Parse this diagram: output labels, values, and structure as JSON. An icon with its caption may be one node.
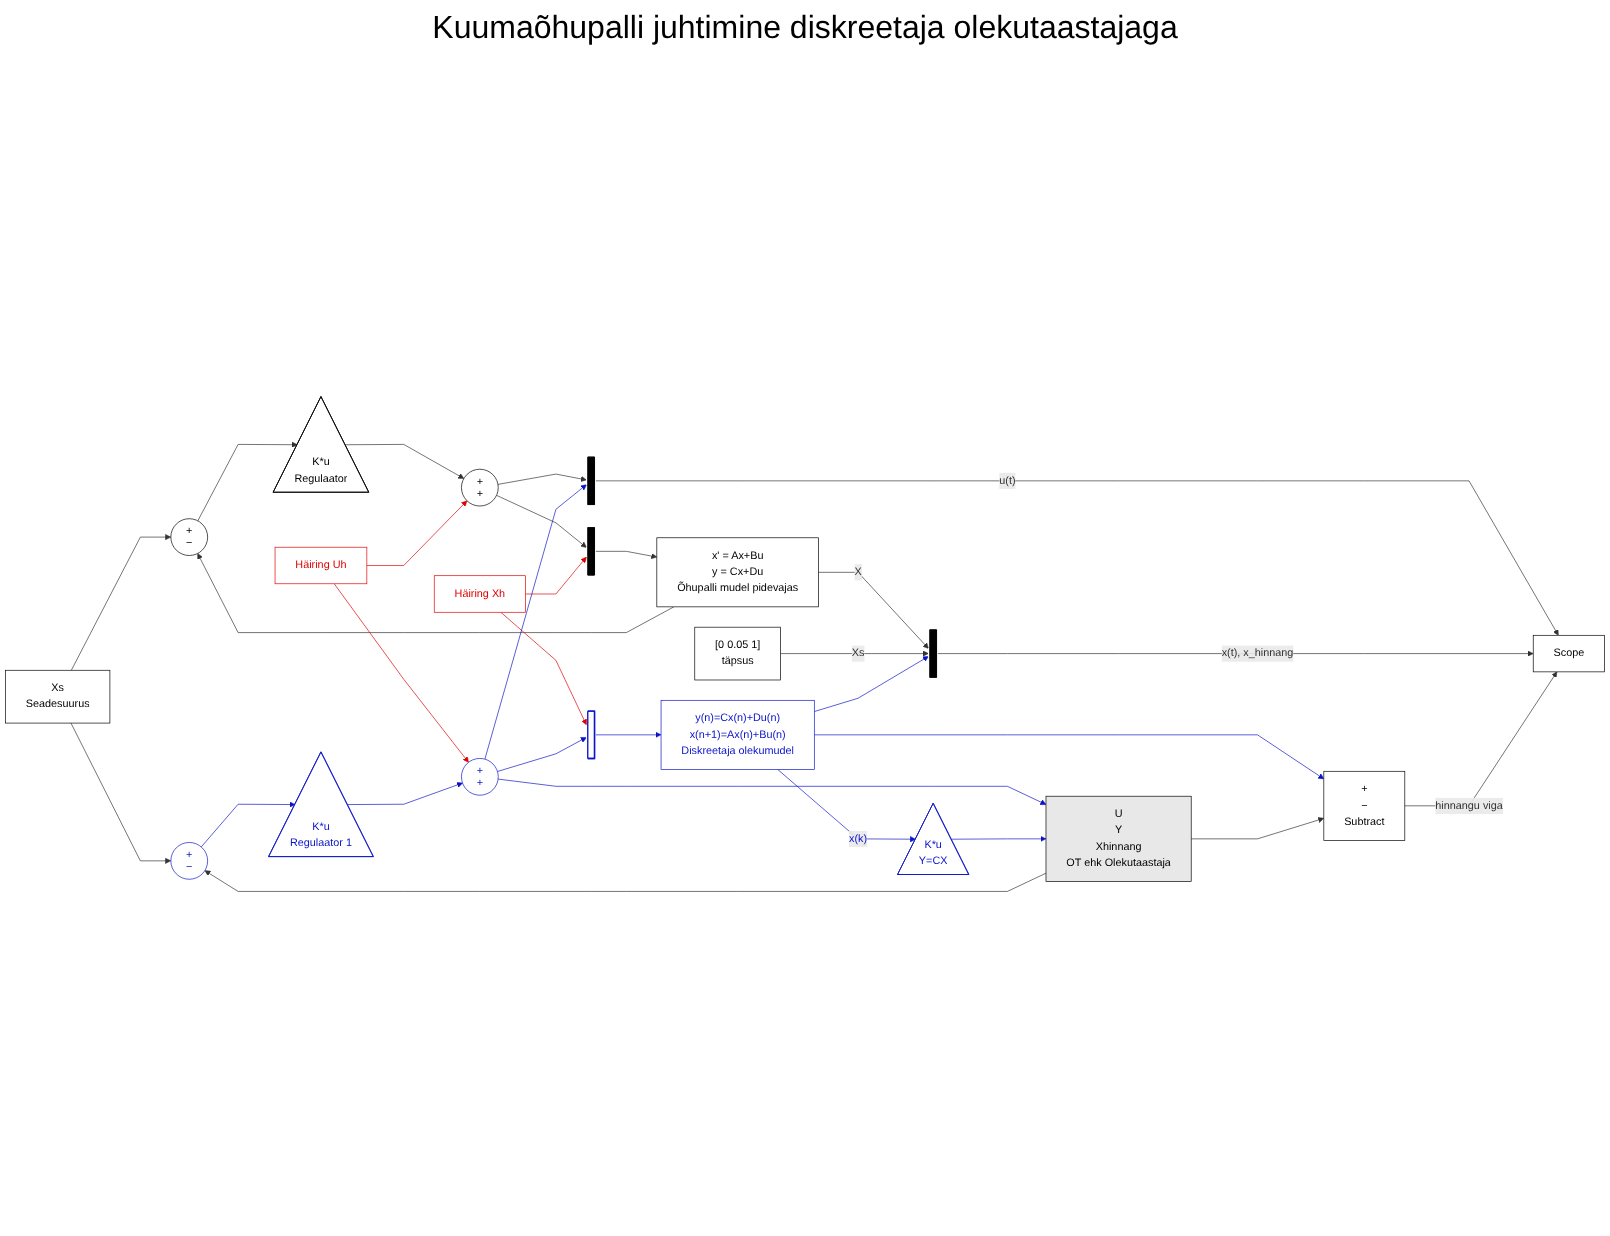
{
  "diagram": {
    "title": "Kuumaõhupalli juhtimine diskreetaja olekutaastajaga",
    "nodes": [
      {
        "text": [
          "Xs",
          "Seadesuurus"
        ]
      },
      {
        "text": [
          "+",
          "−"
        ]
      },
      {
        "text": [
          "K*u",
          "Regulaator"
        ]
      },
      {
        "text": [
          "+",
          "+"
        ]
      },
      {
        "text": [],
        "shape": "bar"
      },
      {
        "text": [
          "x' = Ax+Bu",
          "y = Cx+Du",
          "Õhupalli mudel pidevajas"
        ]
      },
      {
        "text": [],
        "shape": "bar"
      },
      {
        "text": [],
        "shape": "bar"
      },
      {
        "text": [
          "Scope"
        ]
      },
      {
        "text": [
          "Häiring Xh"
        ]
      },
      {
        "text": [
          "Häiring Uh"
        ]
      },
      {
        "text": [
          "[0 0.05 1]",
          "täpsus"
        ]
      },
      {
        "text": [
          "+",
          "−"
        ]
      },
      {
        "text": [
          "K*u",
          "Regulaator 1"
        ]
      },
      {
        "text": [
          "+",
          "+"
        ]
      },
      {
        "text": [],
        "shape": "bar"
      },
      {
        "text": [
          "y(n)=Cx(n)+Du(n)",
          "x(n+1)=Ax(n)+Bu(n)",
          "Diskreetaja olekumudel"
        ]
      },
      {
        "text": [
          "K*u",
          "Y=CX"
        ]
      },
      {
        "text": [
          "U",
          "Y",
          "Xhinnang",
          "OT ehk Olekutaastaja"
        ]
      },
      {
        "text": [
          "+",
          "−",
          "Subtract"
        ]
      }
    ],
    "edges": [
      {
        "from": 0,
        "to": 1,
        "arrow": "to"
      },
      {
        "from": 0,
        "to": 12,
        "arrow": "to"
      },
      {
        "from": 1,
        "to": 2,
        "arrow": "to"
      },
      {
        "from": 2,
        "to": 3,
        "arrow": "to"
      },
      {
        "from": 3,
        "to": 6,
        "arrow": "to"
      },
      {
        "from": 3,
        "to": 4,
        "arrow": "to"
      },
      {
        "from": 4,
        "to": 5,
        "arrow": "to"
      },
      {
        "from": 5,
        "to": 7,
        "arrow": "to",
        "label": "X"
      },
      {
        "from": 5,
        "to": 1,
        "arrow": "to"
      },
      {
        "from": 6,
        "to": 8,
        "arrow": "to",
        "label": "u(t)"
      },
      {
        "from": 7,
        "to": 8,
        "arrow": "to",
        "label": "x(t), x_hinnang"
      },
      {
        "from": 11,
        "to": 7,
        "arrow": "to",
        "label": "Xs"
      },
      {
        "from": 9,
        "to": 4,
        "arrow": "to",
        "color": "#e00000"
      },
      {
        "from": 9,
        "to": 15,
        "arrow": "to",
        "color": "#e00000"
      },
      {
        "from": 10,
        "to": 3,
        "arrow": "to",
        "color": "#e00000"
      },
      {
        "from": 10,
        "to": 14,
        "arrow": "to",
        "color": "#e00000"
      },
      {
        "from": 12,
        "to": 13,
        "arrow": "to",
        "color": "#0b14c8"
      },
      {
        "from": 13,
        "to": 14,
        "arrow": "to",
        "color": "#0b14c8"
      },
      {
        "from": 14,
        "to": 6,
        "arrow": "to",
        "color": "#0b14c8"
      },
      {
        "from": 14,
        "to": 15,
        "arrow": "to",
        "color": "#0b14c8"
      },
      {
        "from": 14,
        "to": 18,
        "arrow": "to",
        "color": "#0b14c8"
      },
      {
        "from": 15,
        "to": 16,
        "arrow": "to",
        "color": "#0b14c8"
      },
      {
        "from": 16,
        "to": 17,
        "arrow": "to",
        "label": "x(k)",
        "color": "#0b14c8"
      },
      {
        "from": 16,
        "to": 7,
        "arrow": "to",
        "color": "#0b14c8"
      },
      {
        "from": 16,
        "to": 19,
        "arrow": "to",
        "color": "#0b14c8"
      },
      {
        "from": 17,
        "to": 18,
        "arrow": "to",
        "color": "#0b14c8"
      },
      {
        "from": 18,
        "to": 19,
        "arrow": "to"
      },
      {
        "from": 18,
        "to": 12,
        "arrow": "to"
      },
      {
        "from": 19,
        "to": 8,
        "arrow": "to",
        "label": "hinnangu viga"
      }
    ]
  }
}
